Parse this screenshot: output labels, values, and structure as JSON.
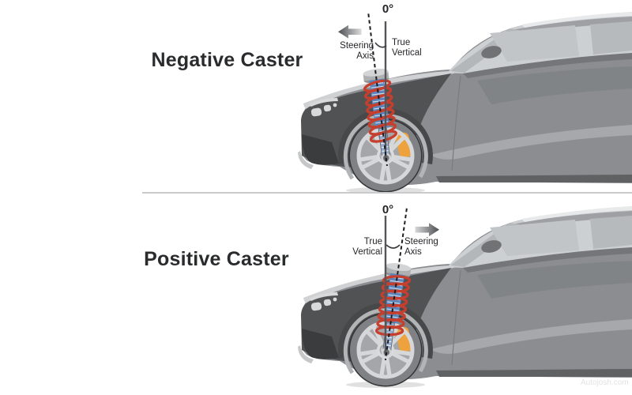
{
  "panels": [
    {
      "title": "Negative Caster",
      "zero_degree_label": "0°",
      "steering_axis_label_line1": "Steering",
      "steering_axis_label_line2": "Axis",
      "true_vertical_label_line1": "True",
      "true_vertical_label_line2": "Vertical",
      "arrow_direction": "left",
      "steering_axis_tilt_deg": -7
    },
    {
      "title": "Positive Caster",
      "zero_degree_label": "0°",
      "steering_axis_label_line1": "Steering",
      "steering_axis_label_line2": "Axis",
      "true_vertical_label_line1": "True",
      "true_vertical_label_line2": "Vertical",
      "arrow_direction": "right",
      "steering_axis_tilt_deg": 8
    }
  ],
  "watermark": "Autojosh.com",
  "colors": {
    "body_gray": "#8b8d90",
    "front_dark_gray": "#505254",
    "spring_red": "#c63f2e",
    "shock_blue": "#5d86bd",
    "caliper_orange": "#eda23e",
    "label_text": "#242528",
    "divider_gray": "#c9cacc",
    "arrow_dark": "#4c4d4f",
    "arrow_light": "#d9dadb"
  }
}
